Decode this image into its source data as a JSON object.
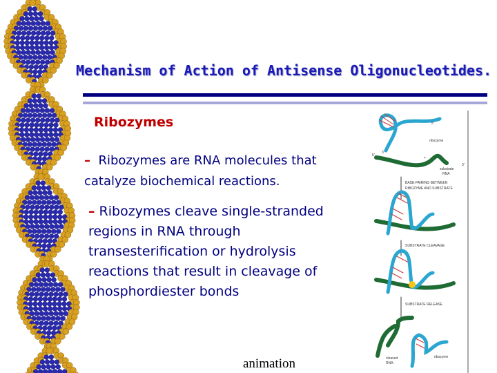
{
  "slide": {
    "title": "Mechanism of Action of Antisense Oligonucleotides.",
    "subtitle": "Ribozymes",
    "bullets": [
      {
        "marker": "–",
        "text": "Ribozymes are RNA molecules that catalyze biochemical reactions."
      },
      {
        "marker": "–",
        "text": "Ribozymes cleave single-stranded regions in RNA through transesterification or hydrolysis reactions that result in cleavage of phosphordiester bonds"
      }
    ],
    "footer_link": "animation"
  },
  "diagram": {
    "labels": {
      "ribozyme": "ribozyme",
      "plus": "+",
      "substrate": "substrate",
      "rna": "RNA",
      "step1a": "BASE-PAIRING BETWEEN",
      "step1b": "RIBOZYME AND SUBSTRATE",
      "step2": "SUBSTRATE CLEAVAGE",
      "step3": "SUBSTRATE RELEASE",
      "cleaved": "cleaved",
      "cleaved_rna": "RNA",
      "five": "5'",
      "three": "3'"
    },
    "colors": {
      "ribozyme": "#2aa6d0",
      "substrate": "#1f6b34",
      "pairs": "#d03030",
      "cleave": "#f5c518"
    }
  },
  "colors": {
    "title": "#1a1ab8",
    "subtitle": "#c00000",
    "body": "#000080",
    "rule_dark": "#000080",
    "rule_light": "#a8a8d8"
  }
}
